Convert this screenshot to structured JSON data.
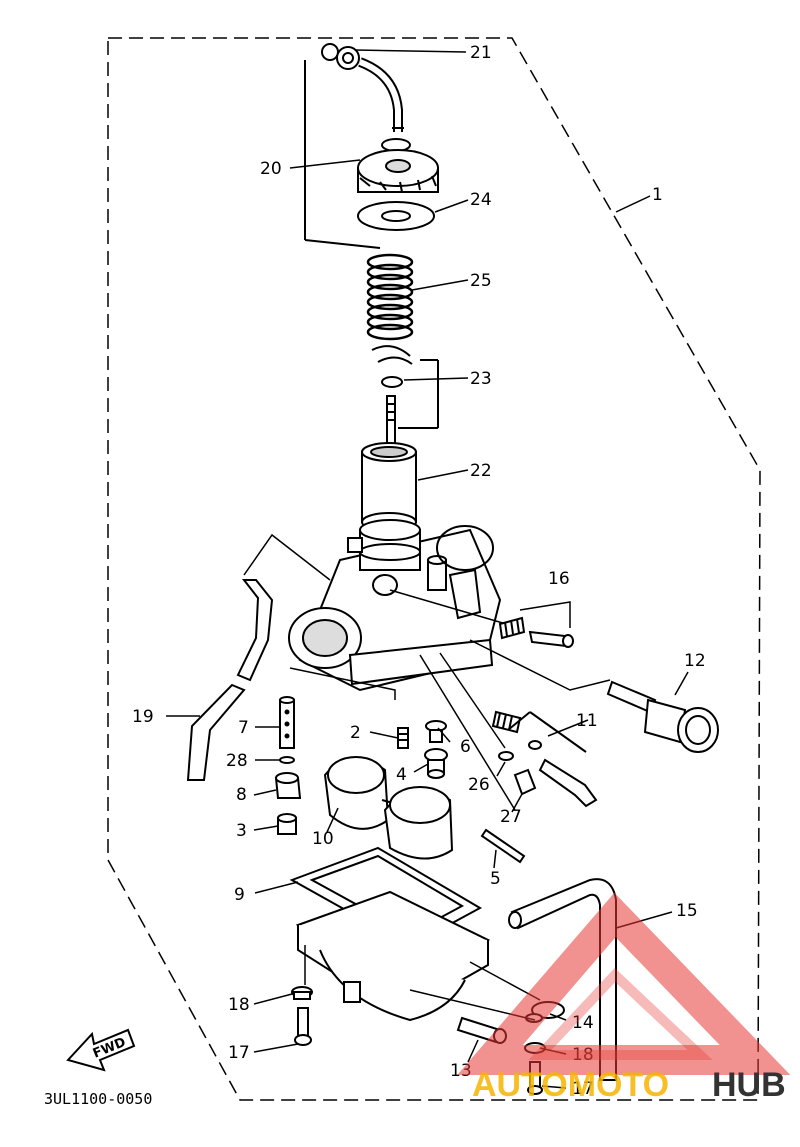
{
  "diagram": {
    "part_code": "3UL1100-0050",
    "direction_label": "FWD",
    "callouts": [
      "21",
      "20",
      "24",
      "1",
      "25",
      "23",
      "22",
      "16",
      "12",
      "11",
      "19",
      "7",
      "2",
      "6",
      "28",
      "4",
      "26",
      "8",
      "27",
      "10",
      "3",
      "5",
      "9",
      "15",
      "18",
      "14",
      "17",
      "13"
    ]
  },
  "watermark": {
    "text_left": "AUTOMOTO",
    "text_right": "HUB",
    "accent_color": "#e53935",
    "secondary_color": "#f4b400"
  }
}
